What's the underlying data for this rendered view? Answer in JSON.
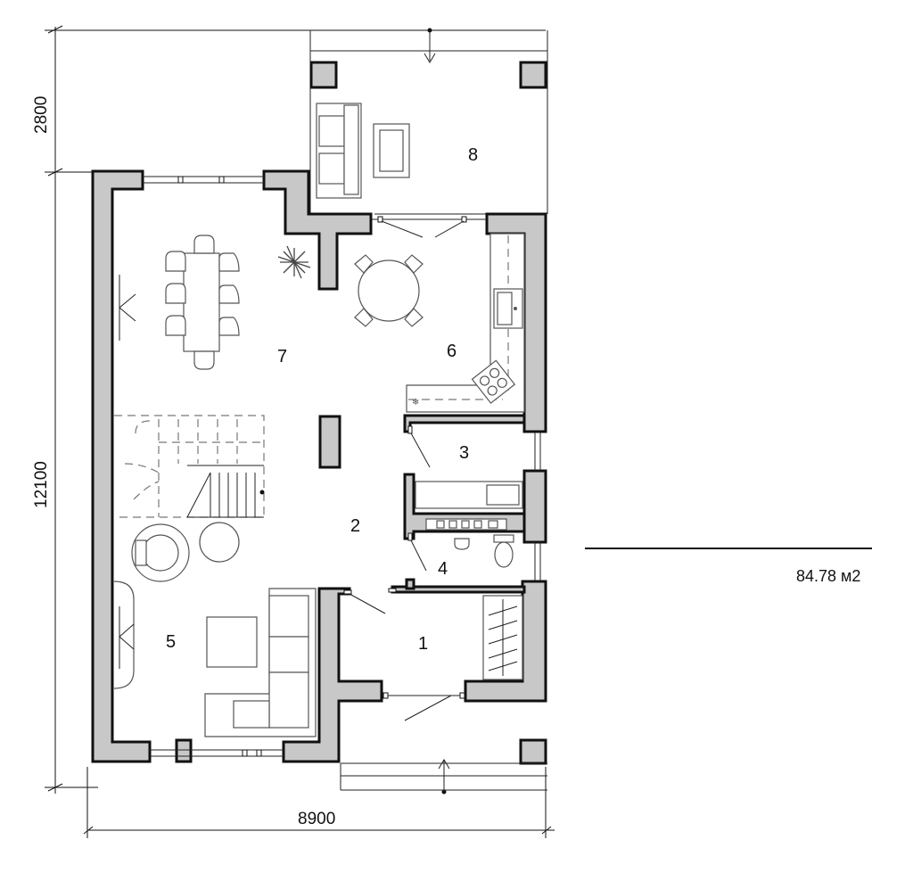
{
  "plan": {
    "rooms": [
      {
        "id": "1",
        "label": "1"
      },
      {
        "id": "2",
        "label": "2"
      },
      {
        "id": "3",
        "label": "3"
      },
      {
        "id": "4",
        "label": "4"
      },
      {
        "id": "5",
        "label": "5"
      },
      {
        "id": "6",
        "label": "6"
      },
      {
        "id": "7",
        "label": "7"
      },
      {
        "id": "8",
        "label": "8"
      }
    ],
    "dimensions": {
      "width": "8900",
      "height_main": "12100",
      "height_terrace": "2800"
    },
    "area": "84.78 м2"
  }
}
